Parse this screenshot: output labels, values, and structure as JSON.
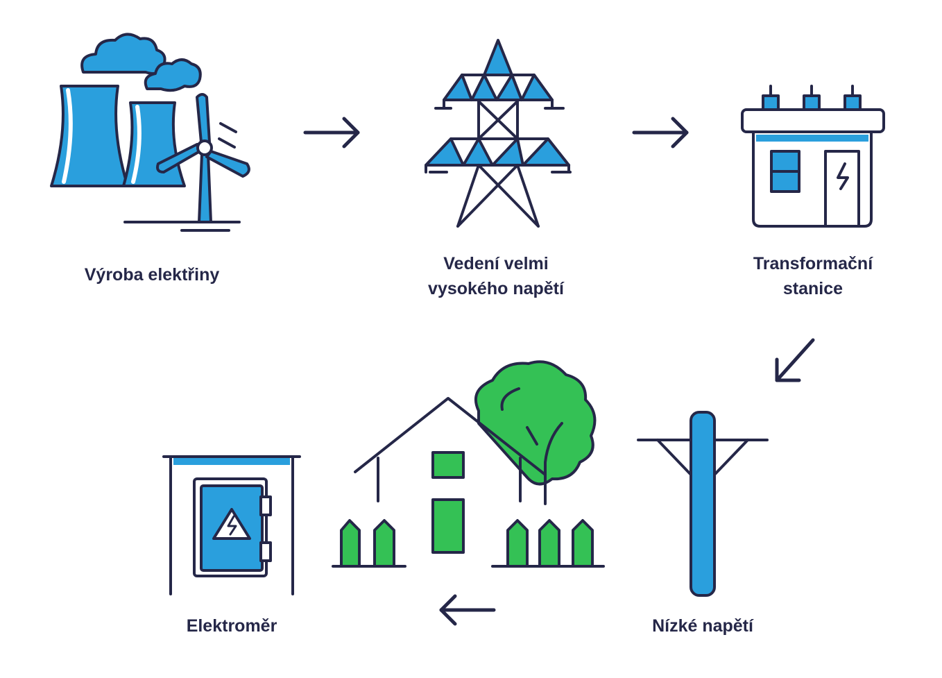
{
  "colors": {
    "outline": "#252748",
    "blue": "#2a9fdd",
    "green": "#34c155",
    "background": "#ffffff"
  },
  "steps": [
    {
      "id": "generation",
      "icon": "power-plant-wind-turbine-icon",
      "lines": [
        "Výroba elektřiny"
      ]
    },
    {
      "id": "transmission",
      "icon": "high-voltage-pylon-icon",
      "lines": [
        "Vedení velmi",
        "vysokého napětí"
      ]
    },
    {
      "id": "substation",
      "icon": "transformer-station-icon",
      "lines": [
        "Transformační",
        "stanice"
      ]
    },
    {
      "id": "low-voltage",
      "icon": "utility-pole-icon",
      "lines": [
        "Nízké napětí"
      ]
    },
    {
      "id": "household",
      "icon": "house-with-tree-icon",
      "lines": []
    },
    {
      "id": "meter",
      "icon": "electric-meter-box-icon",
      "lines": [
        "Elektroměr"
      ]
    }
  ],
  "arrows": [
    "arrow-right-icon",
    "arrow-right-icon",
    "arrow-down-left-icon",
    "arrow-left-icon"
  ]
}
